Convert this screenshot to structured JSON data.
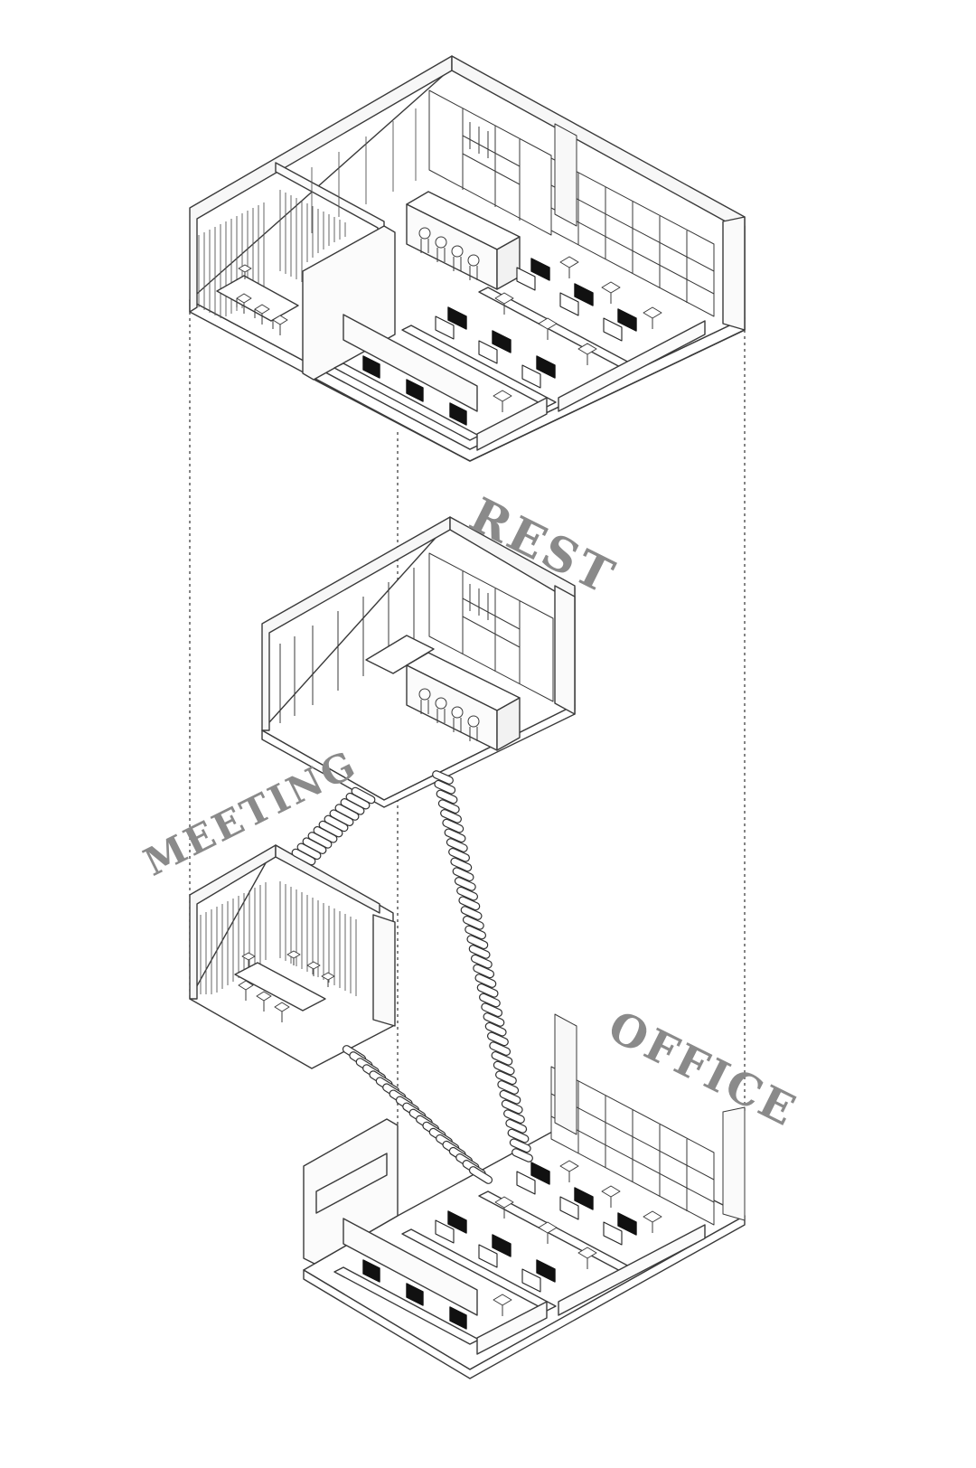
{
  "diagram": {
    "zones": [
      {
        "id": "rest",
        "label": "REST"
      },
      {
        "id": "meeting",
        "label": "MEETING"
      },
      {
        "id": "office",
        "label": "OFFICE"
      }
    ],
    "colors": {
      "line": "#3a3a3a",
      "fine_line": "#6a6a6a",
      "label": "#8a8a8a",
      "monitor": "#111111",
      "floor": "#ffffff",
      "wall": "#f6f6f6"
    }
  }
}
